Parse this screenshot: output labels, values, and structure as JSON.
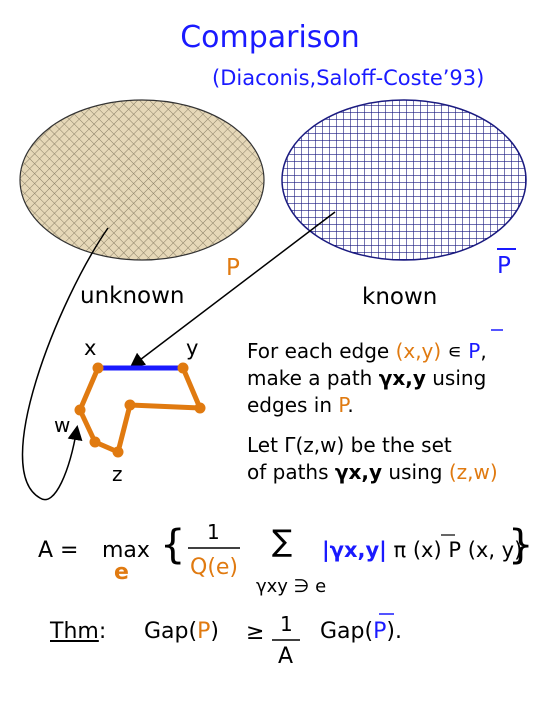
{
  "title": "Comparison",
  "subtitle": "(Diaconis,Saloff-Coste’93)",
  "left_graph": {
    "label": "unknown",
    "chain_label": "P"
  },
  "right_graph": {
    "label": "known",
    "chain_label": "P"
  },
  "vertices": {
    "x": "x",
    "y": "y",
    "w": "w",
    "z": "z"
  },
  "paragraph1": {
    "line1_pre": "For each edge ",
    "line1_edge": "(x,y)",
    "line1_in": " ∊ ",
    "line1_P": "P",
    "line1_post": ",",
    "line2_pre": "make a path ",
    "line2_gamma": "γx,y",
    "line2_post": " using",
    "line3_pre": "edges in ",
    "line3_P": "P",
    "line3_post": "."
  },
  "paragraph2": {
    "line1_pre": "Let ",
    "line1_Gamma": "Γ(z,w)",
    "line1_post": " be the set",
    "line2_pre": "of paths ",
    "line2_gamma": "γx,y",
    "line2_mid": " using ",
    "line2_edge": "(z,w)"
  },
  "formula": {
    "lhs": "A =",
    "max": "max",
    "sub_e": "e",
    "frac_num": "1",
    "frac_den": "Q(e)",
    "sum": "∑",
    "sum_sub": "γxy ∋ e",
    "term_gamma": "|γx,y|",
    "term_rest": "π (x) P (x, y)"
  },
  "theorem": {
    "label": "Thm",
    "colon": ":",
    "gap1": "Gap(",
    "P1": "P",
    "close1": ")",
    "geq": "≥",
    "num": "1",
    "den": "A",
    "gap2": "Gap(",
    "P2": "P",
    "close2": ")."
  },
  "colors": {
    "blue": "#1a1aff",
    "orange": "#e07a10",
    "navy": "#1a1a80",
    "tan": "#e8dcc0"
  }
}
